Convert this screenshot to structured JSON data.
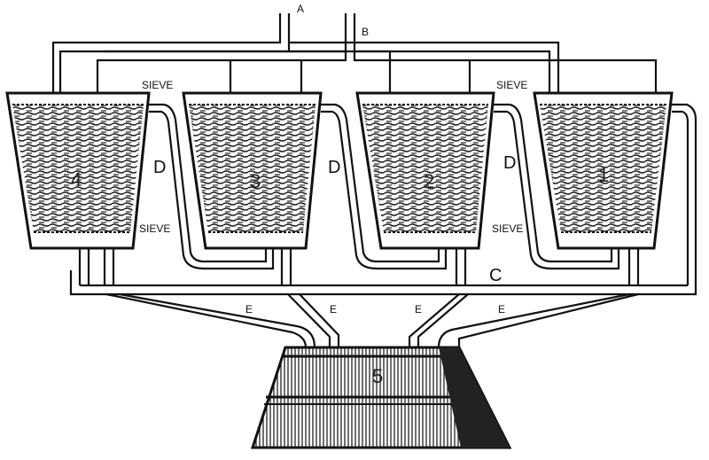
{
  "labels": {
    "inlet_a": "A",
    "inlet_b": "B",
    "sieve": "SIEVE",
    "overflow_pipe": "D",
    "collector_pipe": "C",
    "drain_pipe": "E",
    "tanks": [
      "4",
      "3",
      "2",
      "1"
    ],
    "vat": "5"
  },
  "colors": {
    "ink": "#111111",
    "paper": "#ffffff",
    "fill_texture": "#333333"
  }
}
